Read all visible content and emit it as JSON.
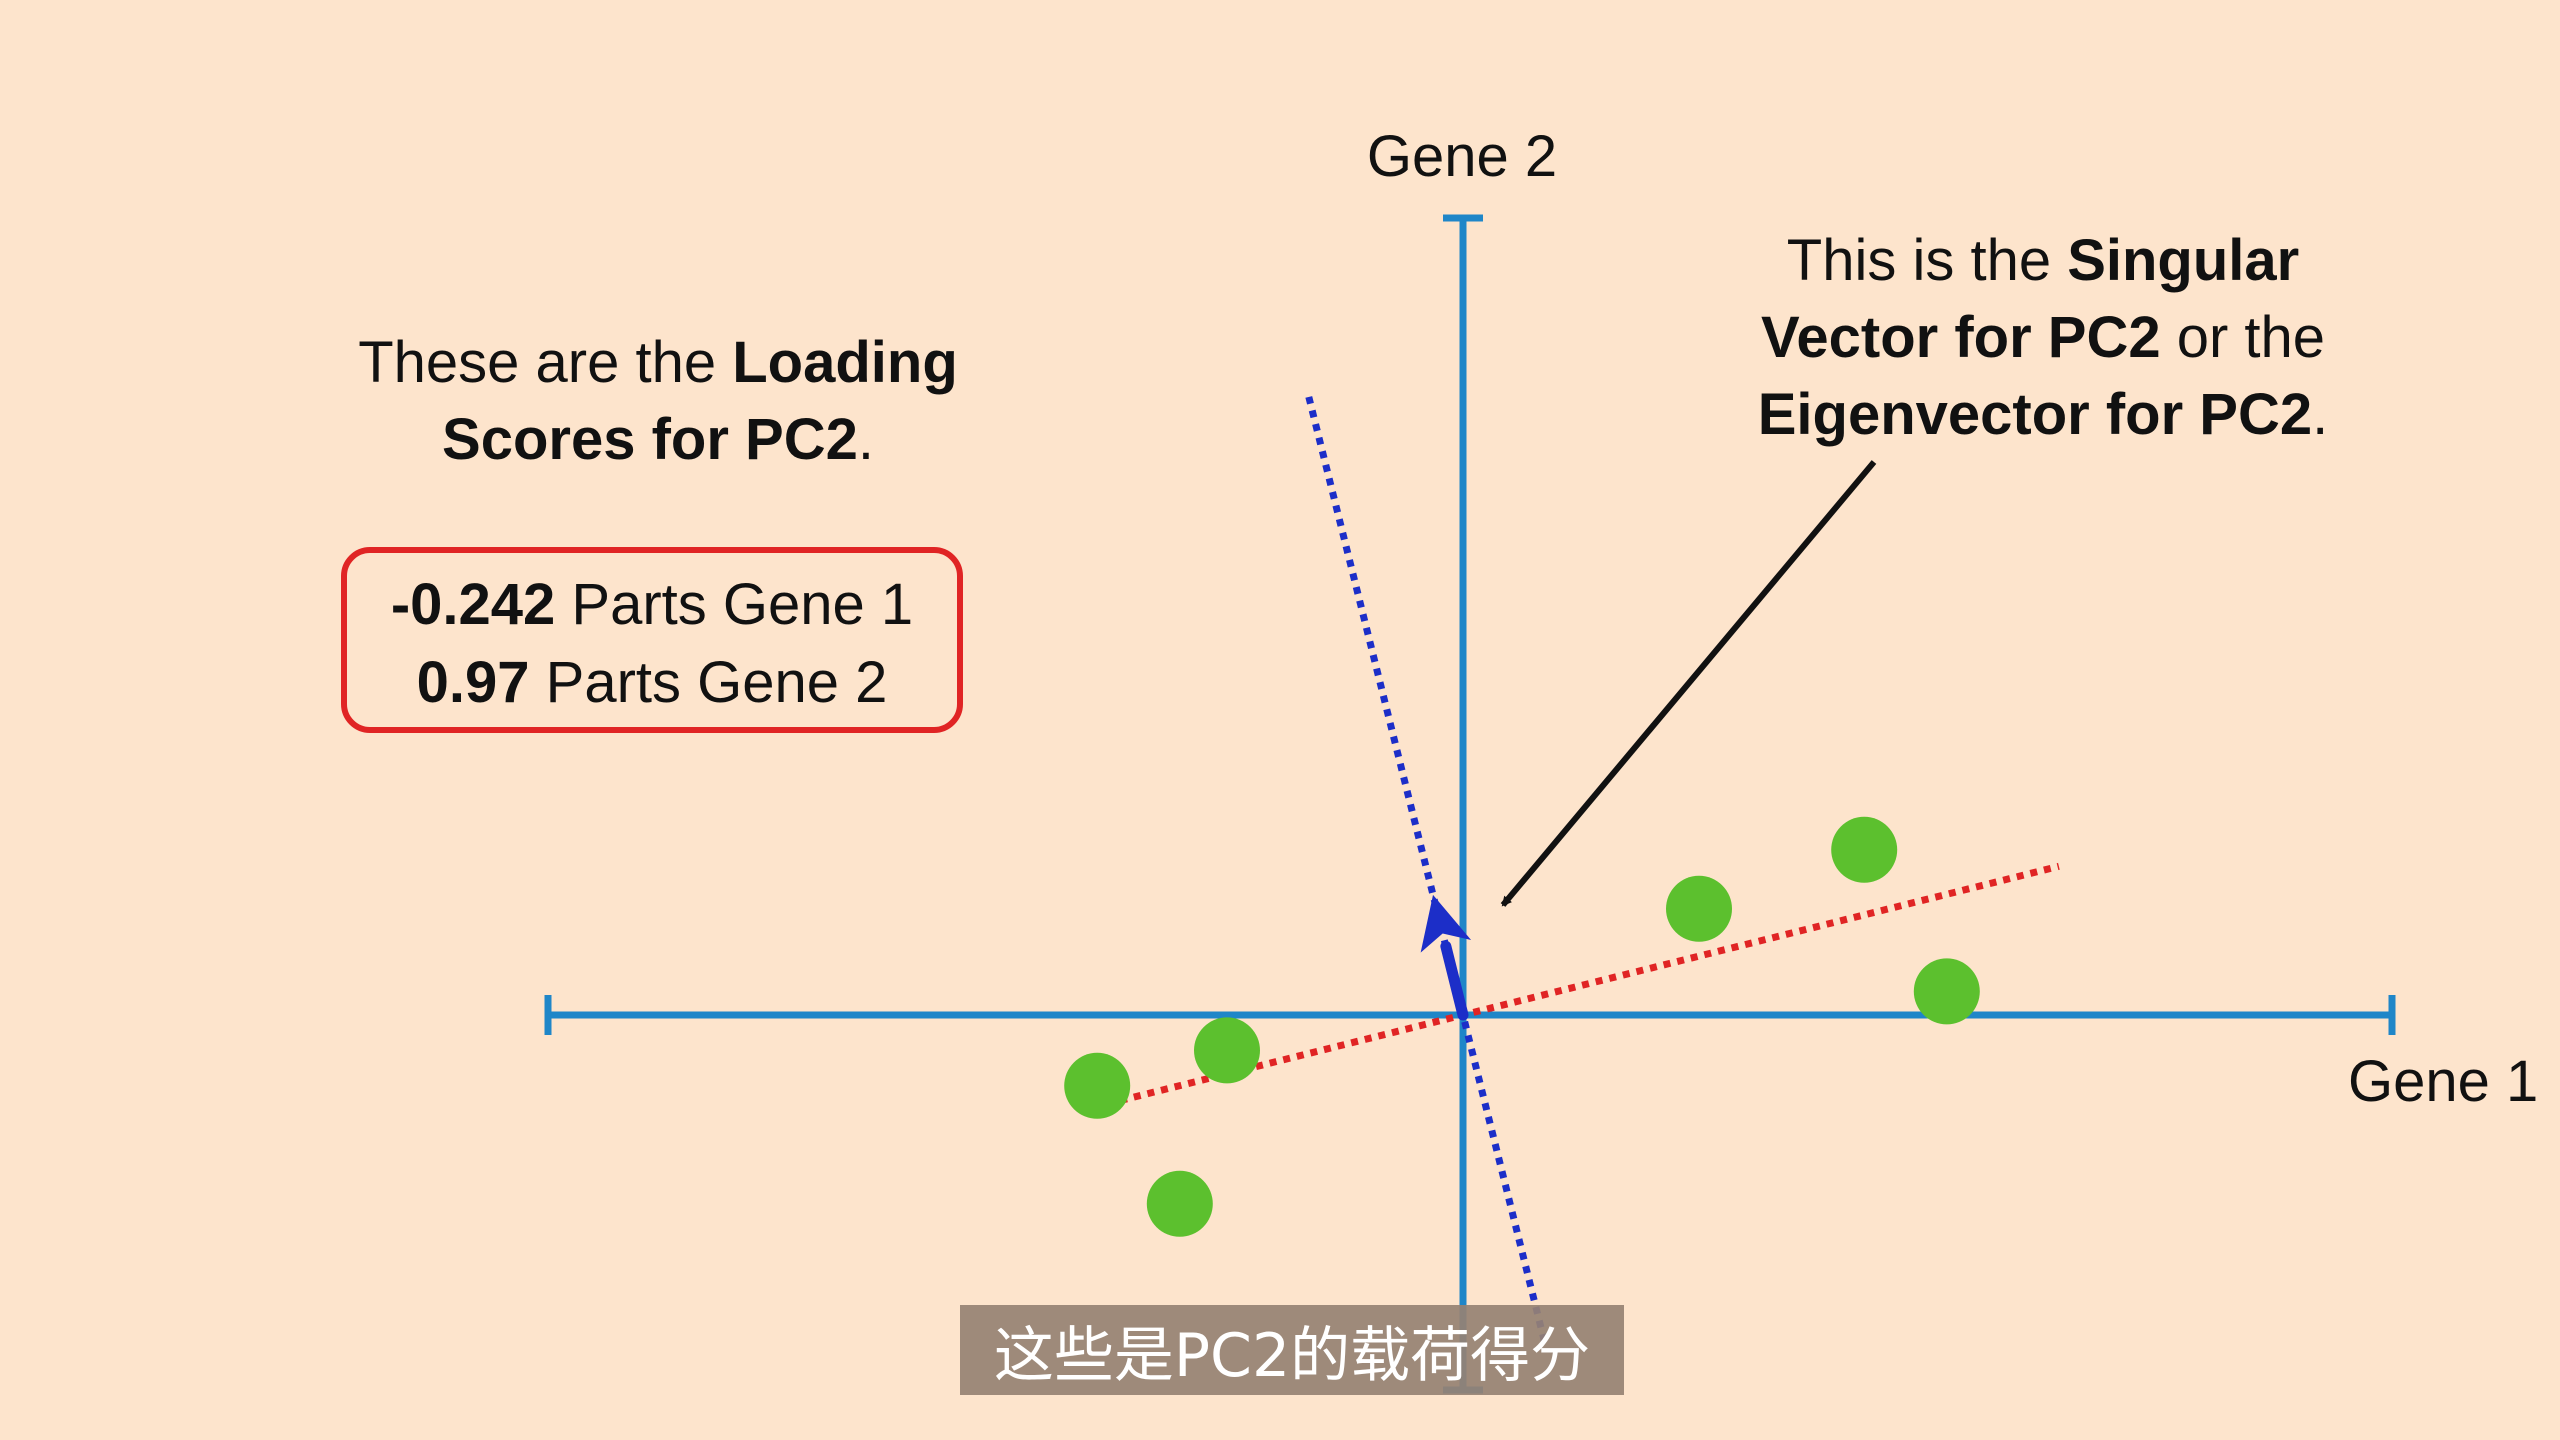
{
  "axes": {
    "x_label": "Gene 1",
    "y_label": "Gene 2"
  },
  "loading_caption": {
    "line1_normal": "These are the ",
    "line1_bold": "Loading",
    "line2_bold": "Scores for PC2",
    "line2_end": "."
  },
  "loading_box": {
    "row1_value": "-0.242",
    "row1_text": " Parts Gene 1",
    "row2_value": "0.97",
    "row2_text": " Parts Gene 2"
  },
  "vector_caption": {
    "line1_normal": "This is the ",
    "line1_bold": "Singular",
    "line2_bold": "Vector for PC2",
    "line2_normal": " or the",
    "line3_bold": "Eigenvector for PC2",
    "line3_end": "."
  },
  "subtitle": "这些是PC2的载荷得分",
  "colors": {
    "background": "#fde4cc",
    "axis": "#1f86c8",
    "points": "#5cc02e",
    "pc1_line": "#e02424",
    "pc2_line": "#1c2ec8",
    "box_border": "#e02424",
    "arrow": "#111111"
  },
  "chart_data": {
    "type": "scatter",
    "points": [
      {
        "x": -3.1,
        "y": -0.6
      },
      {
        "x": -2.0,
        "y": -0.3
      },
      {
        "x": -2.4,
        "y": -1.6
      },
      {
        "x": 2.0,
        "y": 0.9
      },
      {
        "x": 3.4,
        "y": 1.4
      },
      {
        "x": 4.1,
        "y": 0.2
      }
    ],
    "pc1_direction": [
      0.97,
      0.242
    ],
    "pc2_direction": [
      -0.242,
      0.97
    ],
    "xlim": [
      -7.8,
      7.8
    ],
    "ylim": [
      -3.1,
      6.7
    ]
  }
}
